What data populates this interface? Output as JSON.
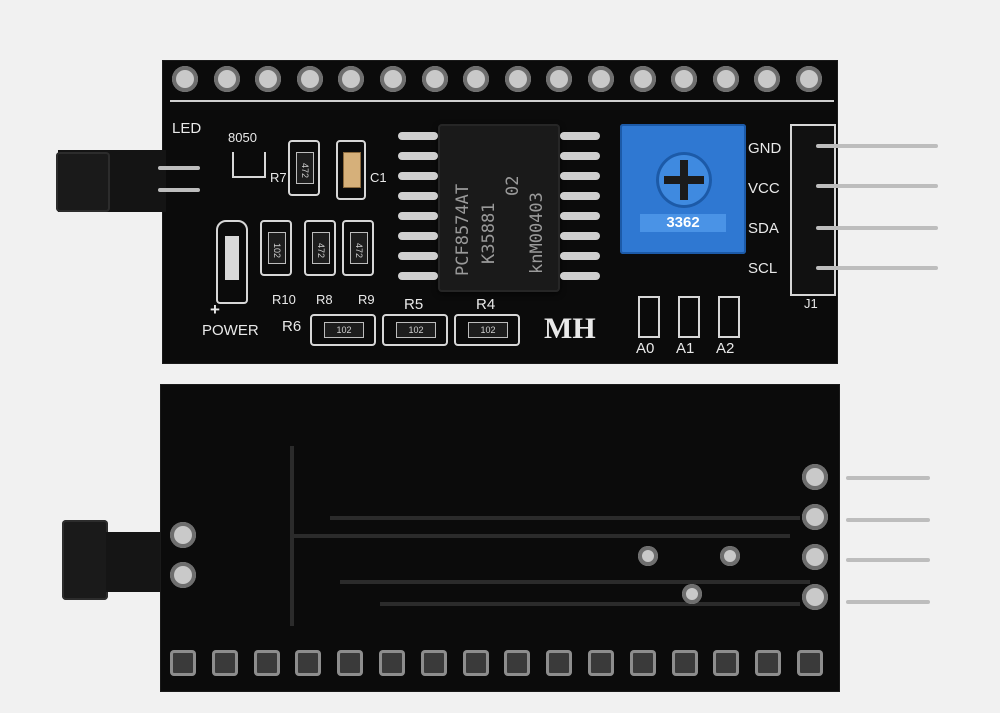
{
  "front": {
    "labels": {
      "led": "LED",
      "transistor": "8050",
      "r7": "R7",
      "c1": "C1",
      "power": "POWER",
      "plus": "+",
      "r10": "R10",
      "r8": "R8",
      "r9": "R9",
      "r6": "R6",
      "r5": "R5",
      "r4": "R4",
      "mh": "MH",
      "a0": "A0",
      "a1": "A1",
      "a2": "A2",
      "gnd": "GND",
      "vcc": "VCC",
      "sda": "SDA",
      "scl": "SCL",
      "j1": "J1"
    },
    "chip_lines": [
      "PCF8574AT",
      "K35881",
      "02",
      "knM00403"
    ],
    "pot_label": "3362",
    "resistor_codes": {
      "r7": "472",
      "r10": "102",
      "r8": "472",
      "r9": "472",
      "r6": "102",
      "r5": "102",
      "r4": "102"
    }
  },
  "colors": {
    "background": "#f1f1f1",
    "pcb": "#0b0b0b",
    "silkscreen": "#e9e9e9",
    "potentiometer": "#2f78d2"
  }
}
